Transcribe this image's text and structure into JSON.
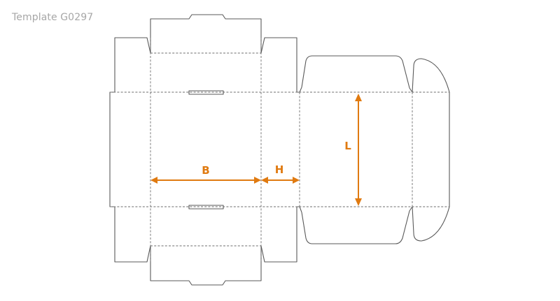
{
  "template_label": "Template G0297",
  "dimensions": {
    "width_label": "B",
    "height_label": "H",
    "length_label": "L"
  },
  "colors": {
    "dimension": "#e07a10",
    "cut_line": "#5a5a5a",
    "fold_line": "#6e6e6e",
    "label": "#a7a7a7"
  }
}
